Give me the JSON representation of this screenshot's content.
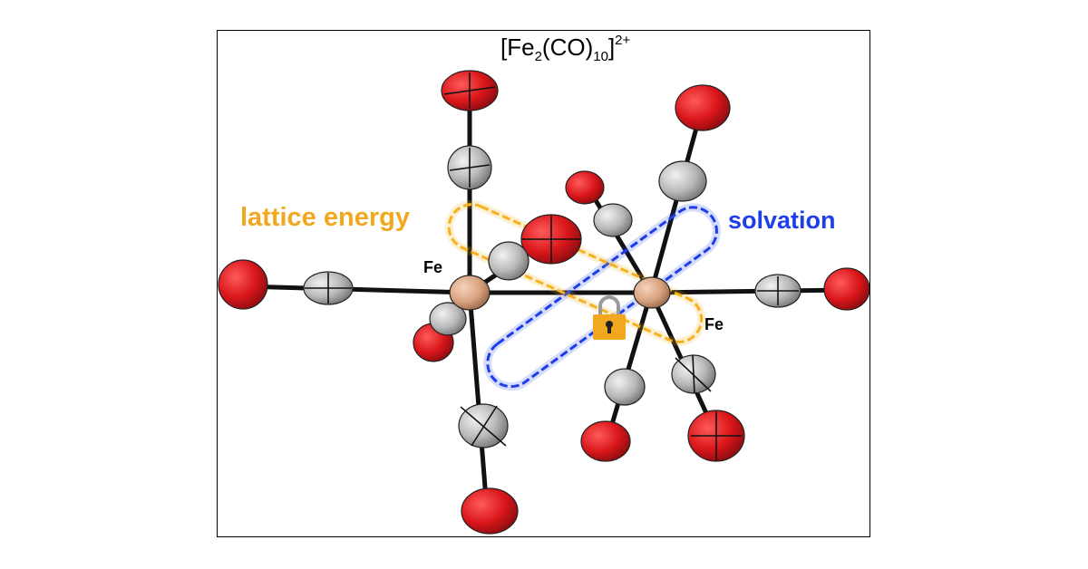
{
  "title": {
    "prefix": "[Fe",
    "sub1": "2",
    "mid": "(CO)",
    "sub2": "10",
    "close": "]",
    "charge": "2+"
  },
  "labels": {
    "lattice": "lattice energy",
    "solvation": "solvation",
    "fe_left": "Fe",
    "fe_right": "Fe"
  },
  "colors": {
    "lattice_chain": "#f5b21f",
    "solvation_chain": "#1e3ee8",
    "oxygen": "#d9161a",
    "carbon": "#bfbfbf",
    "iron": "#d8a27f",
    "bond": "#111111",
    "lock": "#f2a81e"
  },
  "icons": [
    "lock-icon"
  ]
}
